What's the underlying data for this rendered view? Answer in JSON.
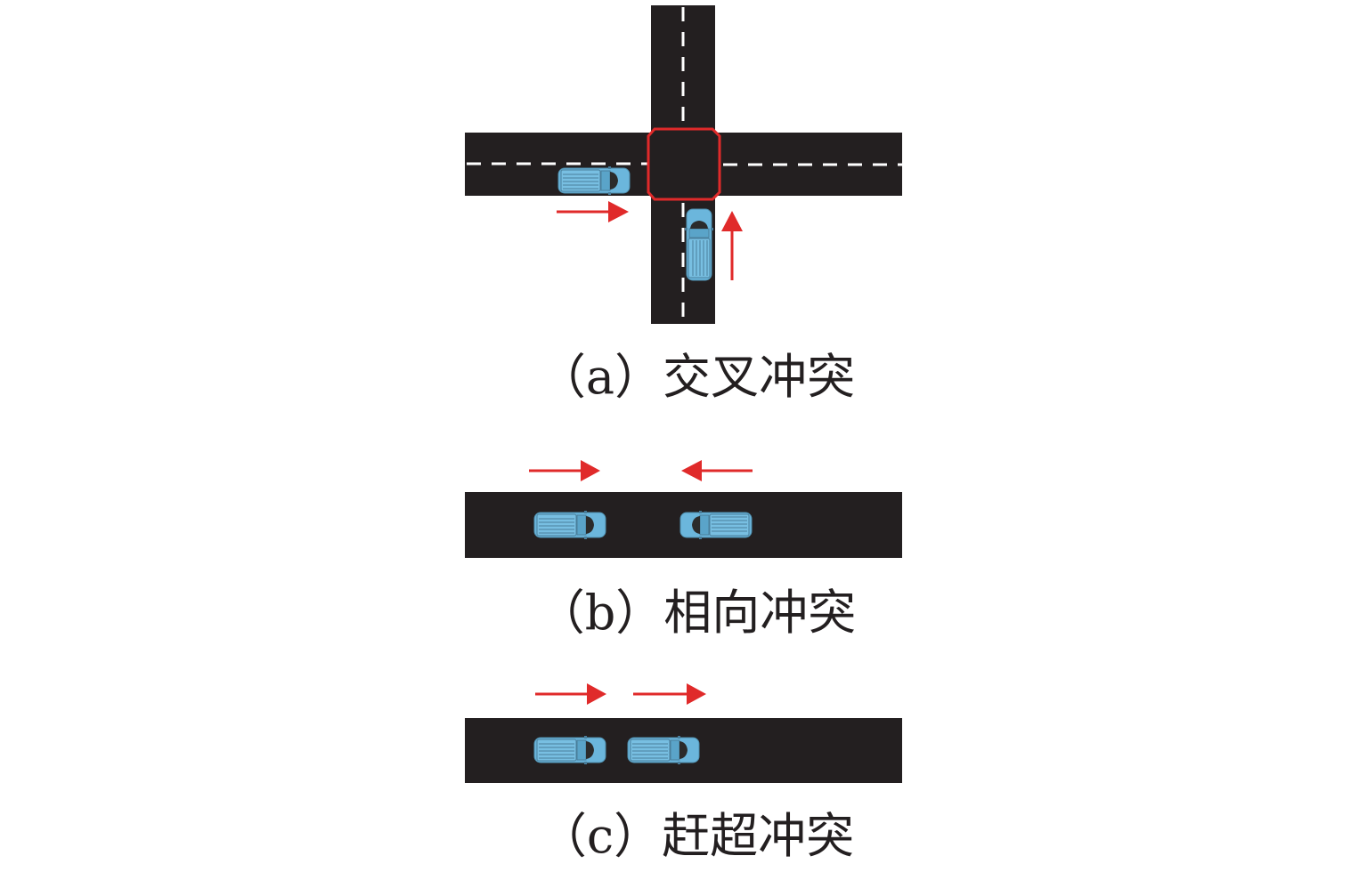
{
  "colors": {
    "road": "#231f20",
    "car": "#6bb6dc",
    "arrow": "#e02a2a",
    "conflict_zone": "#e02a2a",
    "lane_marking": "#ffffff"
  },
  "panels": [
    {
      "id": "a",
      "label": "（a）交叉冲突"
    },
    {
      "id": "b",
      "label": "（b）相向冲突"
    },
    {
      "id": "c",
      "label": "（c）赶超冲突"
    }
  ]
}
